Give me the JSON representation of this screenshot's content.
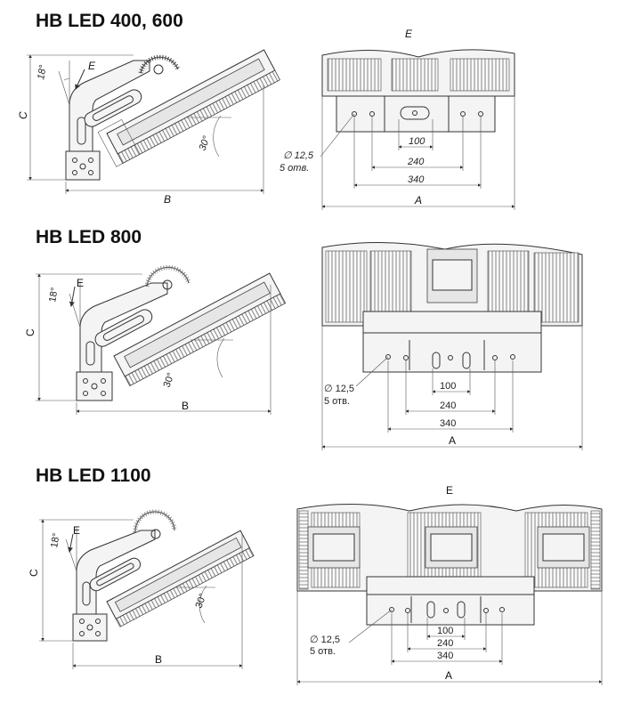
{
  "sections": [
    {
      "title": "HB LED 400, 600",
      "side_view": {
        "label_e": "E",
        "label_c": "C",
        "label_b": "B",
        "angle_top": "18°",
        "angle_bottom": "30°"
      },
      "front_view": {
        "label_e": "E",
        "label_a": "A",
        "hole_callout": "∅ 12,5",
        "hole_count": "5 отв.",
        "dim_100": "100",
        "dim_240": "240",
        "dim_340": "340"
      }
    },
    {
      "title": "HB LED 800",
      "side_view": {
        "label_e": "E",
        "label_c": "C",
        "label_b": "B",
        "angle_top": "18°",
        "angle_bottom": "30°"
      },
      "front_view": {
        "label_a": "A",
        "hole_callout": "∅ 12,5",
        "hole_count": "5 отв.",
        "dim_100": "100",
        "dim_240": "240",
        "dim_340": "340"
      }
    },
    {
      "title": "HB LED 1100",
      "side_view": {
        "label_e": "E",
        "label_c": "C",
        "label_b": "B",
        "angle_top": "18°",
        "angle_bottom": "30°"
      },
      "front_view": {
        "label_e": "E",
        "label_a": "A",
        "hole_callout": "∅ 12,5",
        "hole_count": "5 отв.",
        "dim_100": "100",
        "dim_240": "240",
        "dim_340": "340"
      }
    }
  ]
}
